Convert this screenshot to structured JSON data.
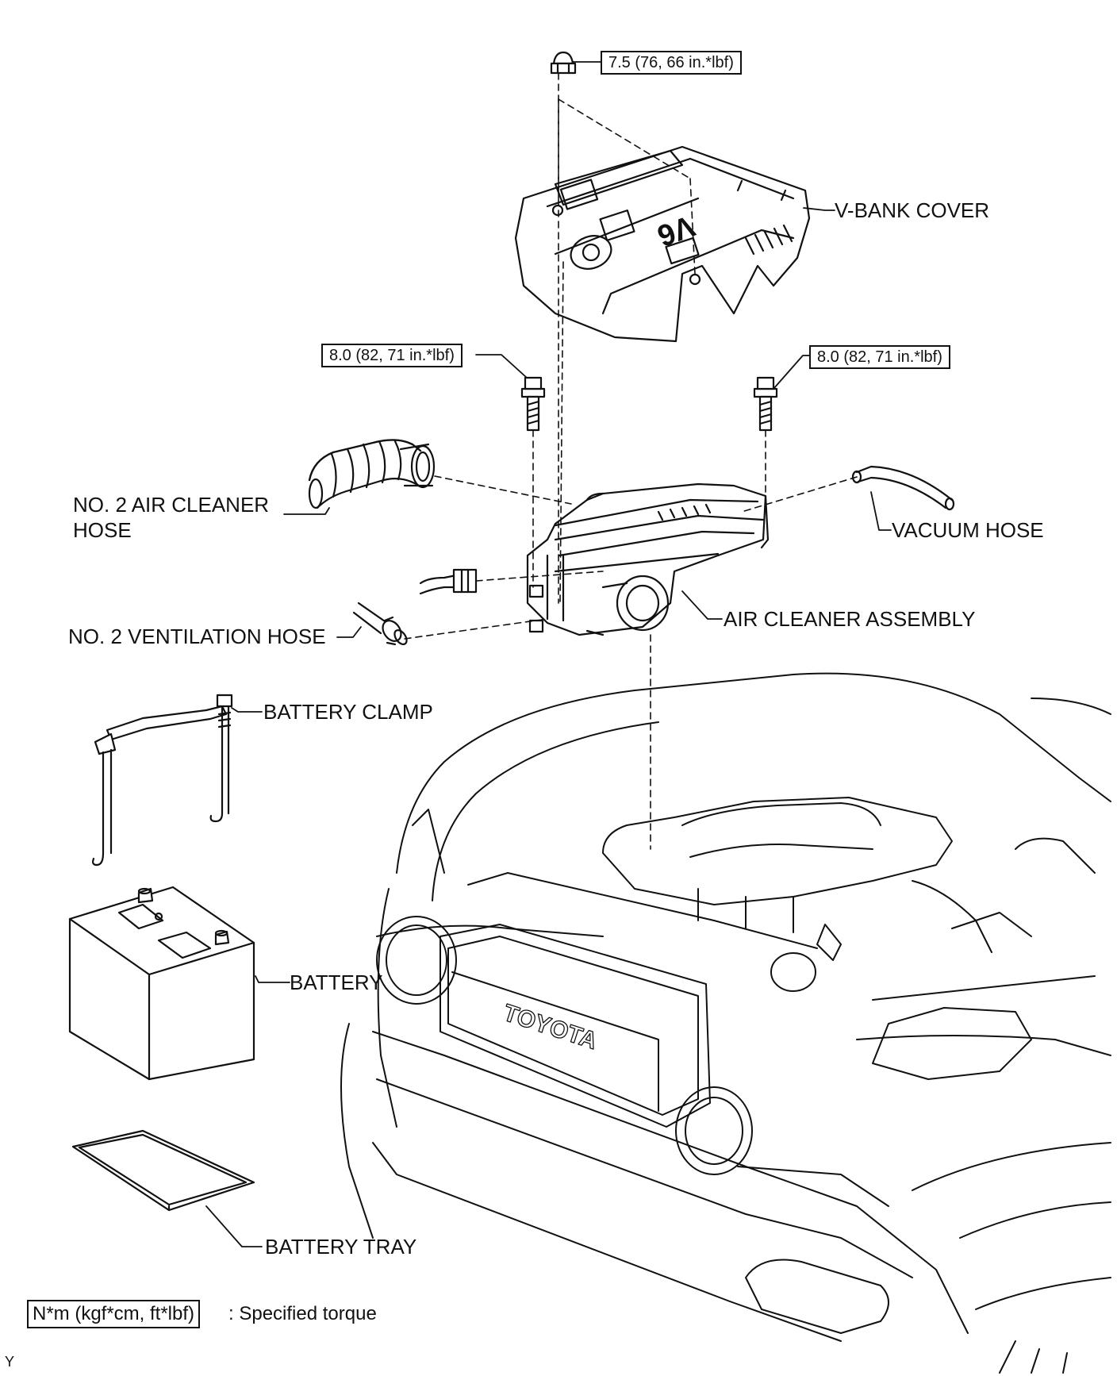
{
  "parts": {
    "v_bank_cover": "V-BANK COVER",
    "no2_air_cleaner_hose_line1": "NO. 2 AIR CLEANER",
    "no2_air_cleaner_hose_line2": "HOSE",
    "vacuum_hose": "VACUUM HOSE",
    "air_cleaner_assembly": "AIR CLEANER ASSEMBLY",
    "no2_ventilation_hose": "NO. 2 VENTILATION HOSE",
    "battery_clamp": "BATTERY CLAMP",
    "battery": "BATTERY",
    "battery_tray": "BATTERY TRAY"
  },
  "torques": {
    "cover_nut": "7.5 (76, 66 in.*lbf)",
    "bolt_left": "8.0 (82, 71 in.*lbf)",
    "bolt_right": "8.0 (82, 71 in.*lbf)"
  },
  "legend": {
    "unit": "N*m (kgf*cm, ft*lbf)",
    "text": ": Specified torque"
  },
  "emblems": {
    "grille": "TOYOTA",
    "cover": "V6"
  },
  "figure_code": "Y",
  "colors": {
    "ink": "#111111",
    "paper": "#ffffff"
  }
}
